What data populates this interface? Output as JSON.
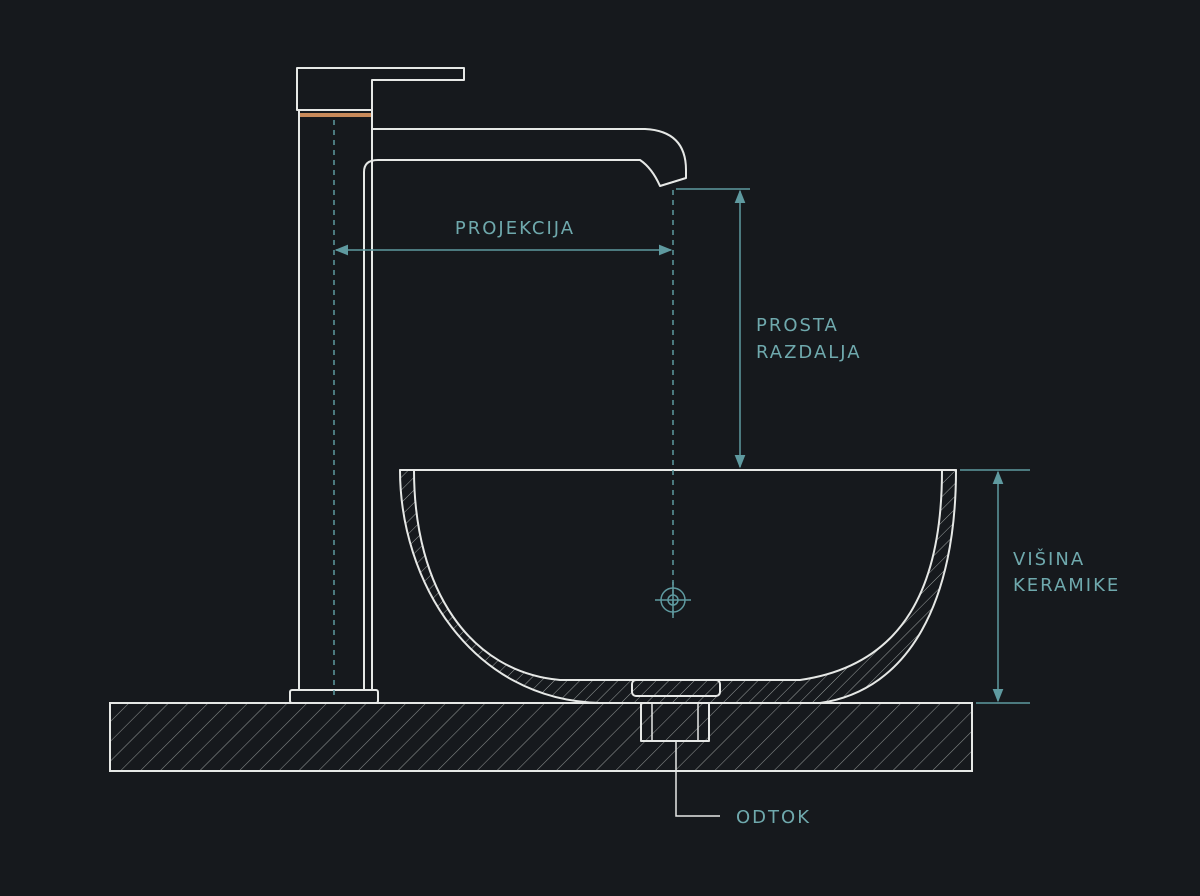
{
  "labels": {
    "projection": "PROJEKCIJA",
    "clearance_line1": "PROSTA",
    "clearance_line2": "RAZDALJA",
    "ceramic_height_line1": "VIŠINA",
    "ceramic_height_line2": "KERAMIKE",
    "drain": "ODTOK"
  },
  "colors": {
    "background": "#16191d",
    "line": "#e6e8e6",
    "dimension": "#5f9aa0",
    "accent_ring": "#c98a5a"
  }
}
